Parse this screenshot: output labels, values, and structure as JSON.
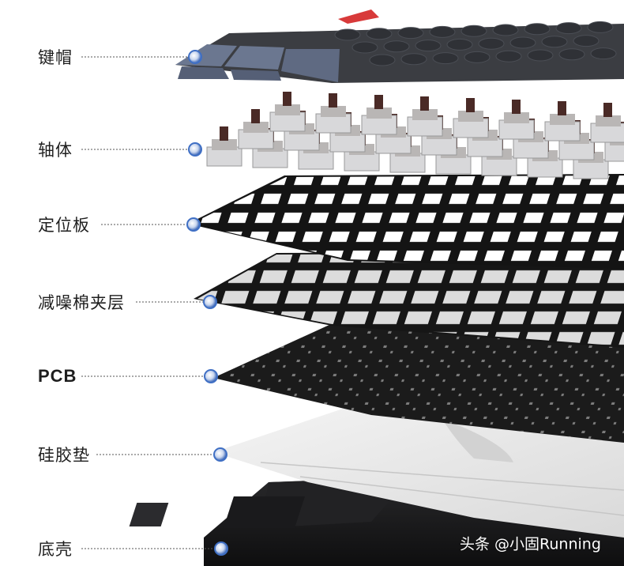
{
  "layers": [
    {
      "id": "keycaps",
      "label": "键帽"
    },
    {
      "id": "switches",
      "label": "轴体"
    },
    {
      "id": "plate",
      "label": "定位板"
    },
    {
      "id": "foam",
      "label": "减噪棉夹层"
    },
    {
      "id": "pcb",
      "label": "PCB"
    },
    {
      "id": "silicone",
      "label": "硅胶垫"
    },
    {
      "id": "bottom_case",
      "label": "底壳"
    }
  ],
  "watermark": "头条 @小固Running",
  "colors": {
    "keycap_blue": "#6b7790",
    "keycap_dark": "#3c3e44",
    "keycap_accent": "#d83a3a",
    "plate": "#1c1c1c",
    "silicone": "#ececec",
    "case": "#161616",
    "leader_dot": "#3f6fc4"
  }
}
